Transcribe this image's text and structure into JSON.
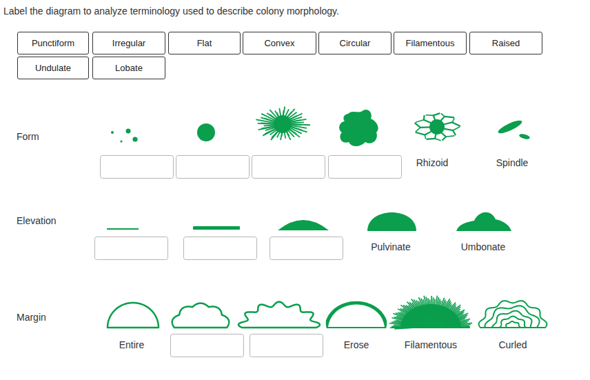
{
  "diagram": {
    "title": "Label the diagram to analyze terminology used to describe colony morphology.",
    "nodes": [
      {
        "text": [
          "Punctiform"
        ]
      },
      {
        "text": [
          "Irregular"
        ]
      },
      {
        "text": [
          "Flat"
        ]
      },
      {
        "text": [
          "Convex"
        ]
      },
      {
        "text": [
          "Circular"
        ]
      },
      {
        "text": [
          "Filamentous"
        ]
      },
      {
        "text": [
          "Raised"
        ]
      },
      {
        "text": [
          "Undulate"
        ]
      },
      {
        "text": [
          "Lobate"
        ]
      }
    ],
    "labels": [
      "Form",
      "Rhizoid",
      "Spindle",
      "Elevation",
      "Pulvinate",
      "Umbonate",
      "Margin",
      "Entire",
      "Erose",
      "Filamentous",
      "Curled"
    ]
  }
}
